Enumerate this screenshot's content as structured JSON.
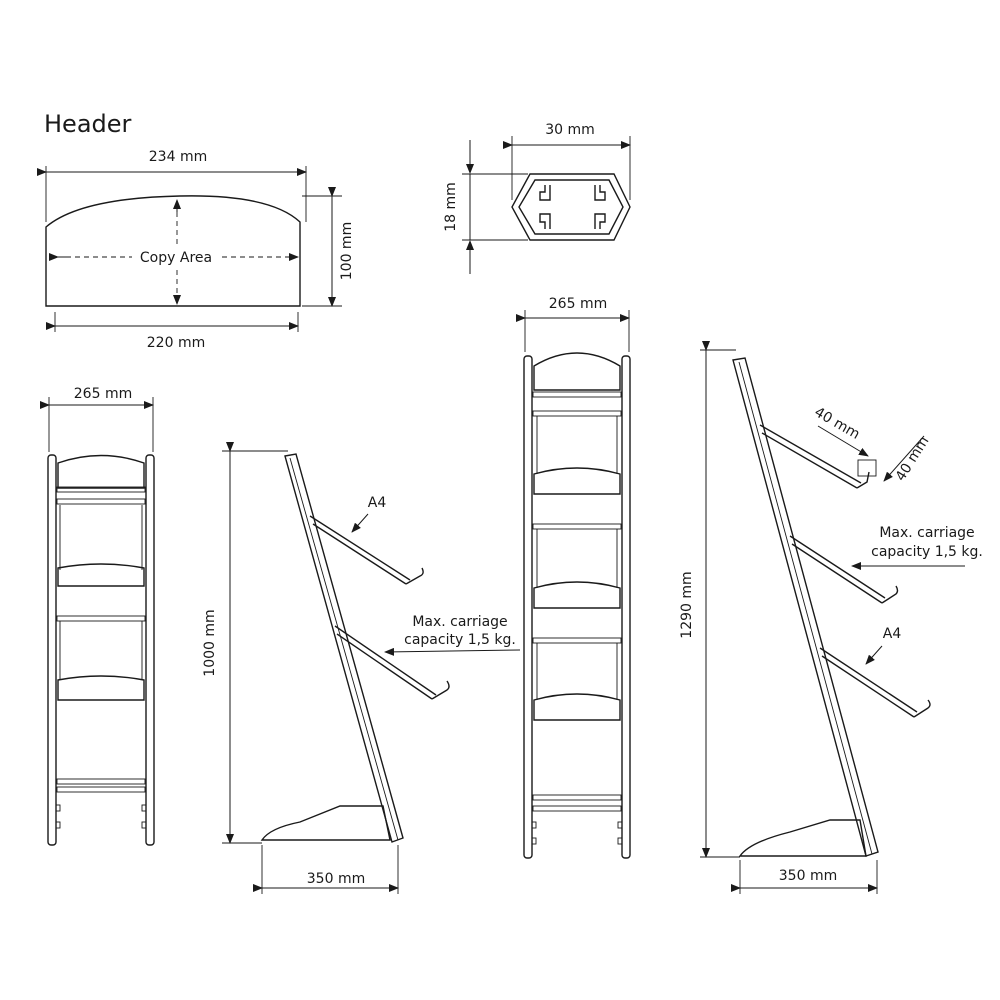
{
  "header": {
    "title": "Header"
  },
  "header_panel": {
    "top_width": "234 mm",
    "copy_area": "Copy Area",
    "height": "100 mm",
    "bottom_width": "220 mm"
  },
  "profile": {
    "width": "30 mm",
    "height": "18 mm"
  },
  "small_front": {
    "width": "265 mm"
  },
  "small_side": {
    "height": "1000 mm",
    "depth": "350 mm",
    "paper_label": "A4",
    "capacity_line1": "Max. carriage",
    "capacity_line2": "capacity 1,5 kg."
  },
  "large_front": {
    "width": "265 mm"
  },
  "large_side": {
    "height": "1290 mm",
    "depth": "350 mm",
    "paper_label": "A4",
    "capacity_line1": "Max. carriage",
    "capacity_line2": "capacity 1,5 kg.",
    "shelf_dim_a": "40 mm",
    "shelf_dim_b": "40 mm"
  }
}
